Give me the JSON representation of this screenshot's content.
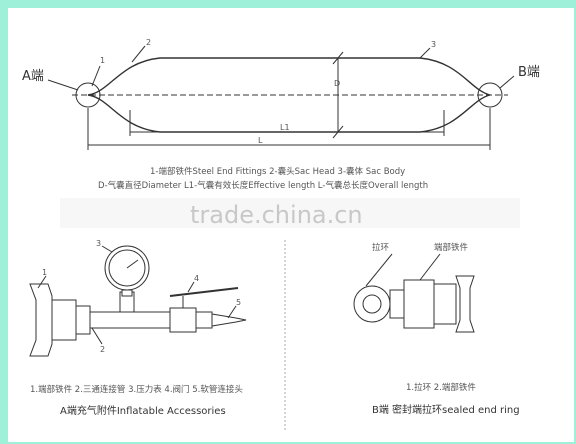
{
  "top": {
    "a_end": "A端",
    "b_end": "B端",
    "callout_1": "1",
    "callout_2": "2",
    "callout_3": "3",
    "dim_d": "D",
    "dim_l1": "L1",
    "dim_l": "L",
    "legend_line1": "1-端部铁件Steel End Fittings     2-囊头Sac Head     3-囊体 Sac Body",
    "legend_line2": "D-气囊直径Diameter   L1-气囊有效长度Effective length   L-气囊总长度Overall length"
  },
  "watermark": "trade.china.cn",
  "left_panel": {
    "callout_1": "1",
    "callout_2": "2",
    "callout_3": "3",
    "callout_4": "4",
    "callout_5": "5",
    "parts": "1.端部铁件 2.三通连接管 3.压力表 4.阀门 5.软管连接头",
    "caption": "A端充气附件Inflatable Accessories"
  },
  "right_panel": {
    "label_ring": "拉环",
    "label_fitting": "端部铁件",
    "parts": "1.拉环 2.端部铁件",
    "caption": "B端 密封端拉环sealed end ring"
  },
  "colors": {
    "border": "#9ff0d9",
    "line": "#333333"
  }
}
